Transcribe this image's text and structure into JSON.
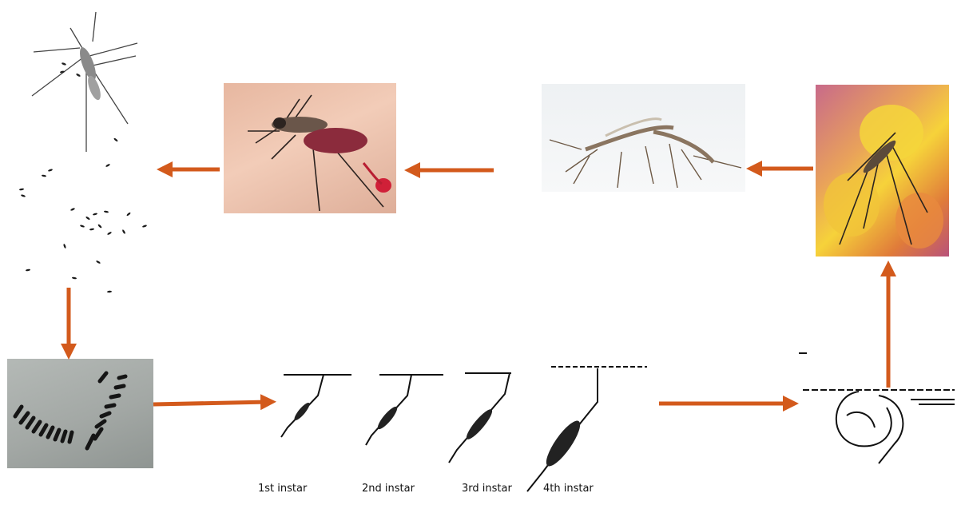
{
  "accent_color": "#d35a1c",
  "stages": [
    {
      "id": "adult-female-laying-eggs",
      "icon": "mosquito-drawing-icon"
    },
    {
      "id": "eggs",
      "icon": "eggs-icon"
    },
    {
      "id": "egg-raft",
      "icon": "egg-raft-photo"
    },
    {
      "id": "larvae",
      "icon": "larvae-drawing-icon"
    },
    {
      "id": "pupa",
      "icon": "pupa-drawing-icon"
    },
    {
      "id": "adult-emerging-on-flower",
      "icon": "mosquito-on-flower-photo"
    },
    {
      "id": "mating",
      "icon": "mating-mosquitoes-photo"
    },
    {
      "id": "blood-feeding",
      "icon": "mosquito-feeding-photo"
    }
  ],
  "larva_labels": {
    "first": "1st instar",
    "second": "2nd instar",
    "third": "3rd instar",
    "fourth": "4th instar"
  }
}
